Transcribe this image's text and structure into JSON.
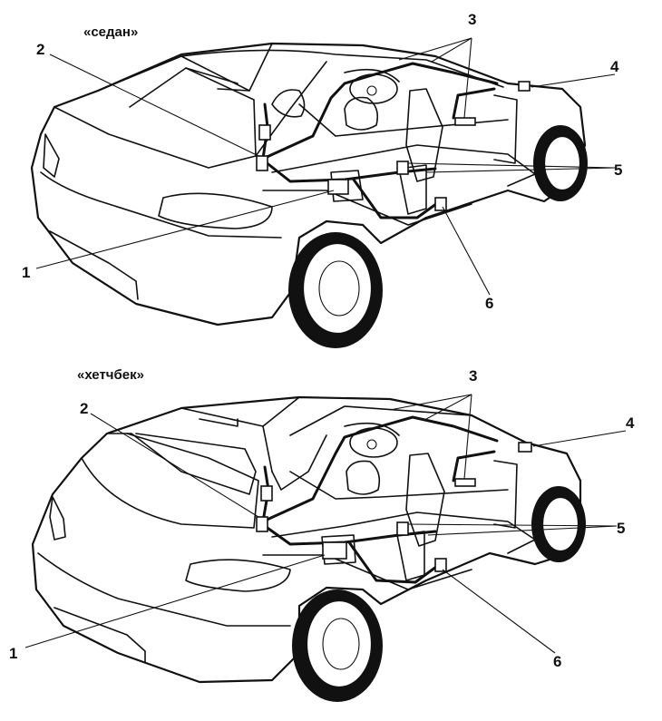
{
  "figures": [
    {
      "id": "sedan",
      "title": "«седан»",
      "callouts": [
        {
          "id": "1",
          "label": "1"
        },
        {
          "id": "2",
          "label": "2"
        },
        {
          "id": "3",
          "label": "3"
        },
        {
          "id": "4",
          "label": "4"
        },
        {
          "id": "5",
          "label": "5"
        },
        {
          "id": "6",
          "label": "6"
        }
      ]
    },
    {
      "id": "hatchback",
      "title": "«хетчбек»",
      "callouts": [
        {
          "id": "1",
          "label": "1"
        },
        {
          "id": "2",
          "label": "2"
        },
        {
          "id": "3",
          "label": "3"
        },
        {
          "id": "4",
          "label": "4"
        },
        {
          "id": "5",
          "label": "5"
        },
        {
          "id": "6",
          "label": "6"
        }
      ]
    }
  ]
}
